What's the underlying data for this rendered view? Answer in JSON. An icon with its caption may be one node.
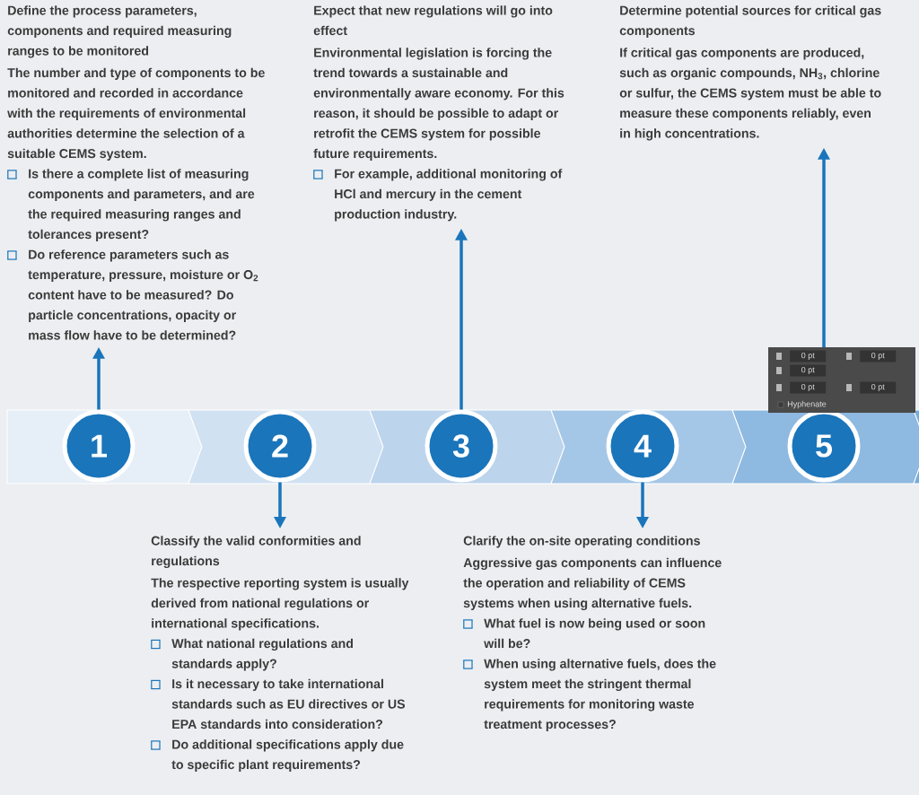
{
  "diagram": {
    "nodes": [
      {
        "text": [
          "1"
        ]
      },
      {
        "text": [
          "2"
        ]
      },
      {
        "text": [
          "3"
        ]
      },
      {
        "text": [
          "4"
        ]
      },
      {
        "text": [
          "5"
        ]
      },
      {
        "text": [
          "Define the process parameters, components and required measuring ranges to be monitored",
          "The number and type of components to be monitored and recorded in accordance with the requirements of environmental authorities determine the selection of a suitable CEMS system.",
          "Is there a complete list of measuring components and parameters, and are the required measuring ranges and tolerances present?",
          "Do reference parameters such as temperature, pressure, moisture or O$_{2}$ content have to be measured? Do particle concentrations, opacity or mass flow have to be determined?"
        ]
      },
      {
        "text": [
          "Classify the valid conformities and regulations",
          "The respective reporting system is usually derived from national regulations or international specifications.",
          "What national regulations and standards apply?",
          "Is it necessary to take international standards such as EU directives or US EPA standards into consideration?",
          "Do additional specifications apply due to specific plant requirements?"
        ]
      },
      {
        "text": [
          "Expect that new regulations will go into effect",
          "Environmental legislation is forcing the trend towards a sustainable and environmentally aware economy. For this reason, it should be possible to adapt or retrofit the CEMS system for possible future requirements.",
          "For example, additional monitoring of HCl and mercury in the cement production industry."
        ]
      },
      {
        "text": [
          "Clarify the on-site operating conditions",
          "Aggressive gas components can influence the operation and reliability of CEMS systems when using alternative fuels.",
          "What fuel is now being used or soon will be?",
          "When using alternative fuels, does the system meet the stringent thermal requirements for monitoring waste treatment processes?"
        ]
      },
      {
        "text": [
          "Determine potential sources for critical gas components",
          "If critical gas components are produced, such as organic compounds, NH$_{3}$, chlorine or sulfur, the CEMS system must be able to measure these components reliably, even in high concentrations."
        ]
      }
    ],
    "edges": [
      {
        "from": 0,
        "to": 5,
        "arrow": "to"
      },
      {
        "from": 1,
        "to": 6,
        "arrow": "to"
      },
      {
        "from": 2,
        "to": 7,
        "arrow": "to"
      },
      {
        "from": 3,
        "to": 8,
        "arrow": "to"
      },
      {
        "from": 4,
        "to": 9,
        "arrow": "to"
      }
    ],
    "labels": [
      "0 pt",
      "0 pt",
      "0 pt",
      "0 pt",
      "0 pt",
      "Hyphenate"
    ]
  }
}
